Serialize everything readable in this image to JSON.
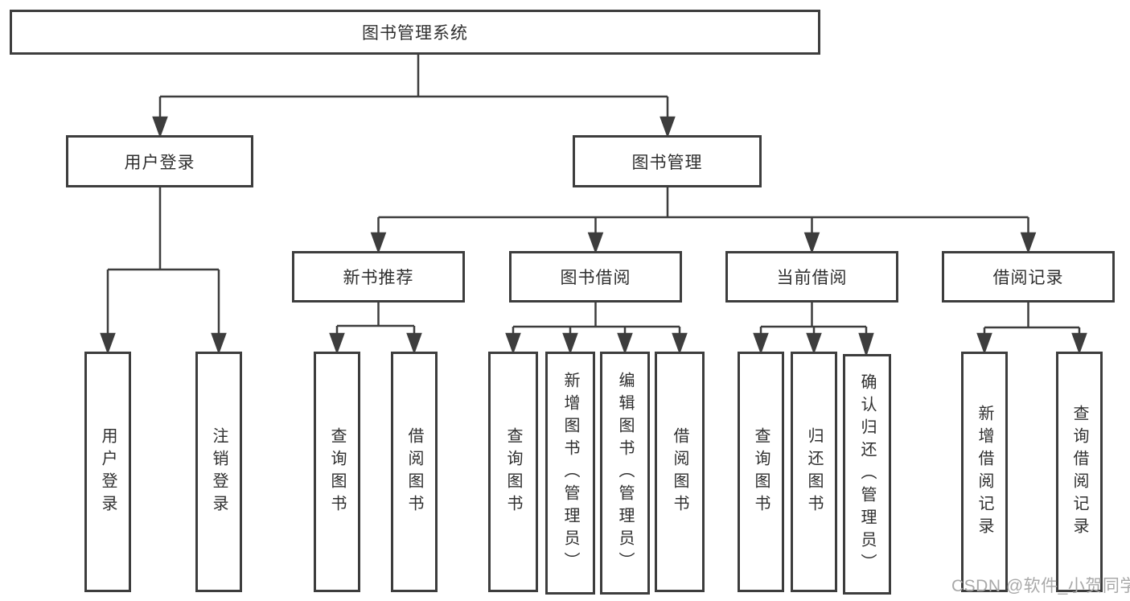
{
  "colors": {
    "line": "#3d3d3d",
    "text": "#2f2f2f",
    "watermark": "#a9a9a9",
    "background": "#ffffff"
  },
  "watermark": "CSDN @软件_小贺同学",
  "tree": {
    "label": "图书管理系统",
    "children": [
      {
        "label": "用户登录",
        "children": [
          {
            "label": "用户登录"
          },
          {
            "label": "注销登录"
          }
        ]
      },
      {
        "label": "图书管理",
        "children": [
          {
            "label": "新书推荐",
            "children": [
              {
                "label": "查询图书"
              },
              {
                "label": "借阅图书"
              }
            ]
          },
          {
            "label": "图书借阅",
            "children": [
              {
                "label": "查询图书"
              },
              {
                "label": "新增图书（管理员）"
              },
              {
                "label": "编辑图书（管理员）"
              },
              {
                "label": "借阅图书"
              }
            ]
          },
          {
            "label": "当前借阅",
            "children": [
              {
                "label": "查询图书"
              },
              {
                "label": "归还图书"
              },
              {
                "label": "确认归还（管理员）"
              }
            ]
          },
          {
            "label": "借阅记录",
            "children": [
              {
                "label": "新增借阅记录"
              },
              {
                "label": "查询借阅记录"
              }
            ]
          }
        ]
      }
    ]
  }
}
